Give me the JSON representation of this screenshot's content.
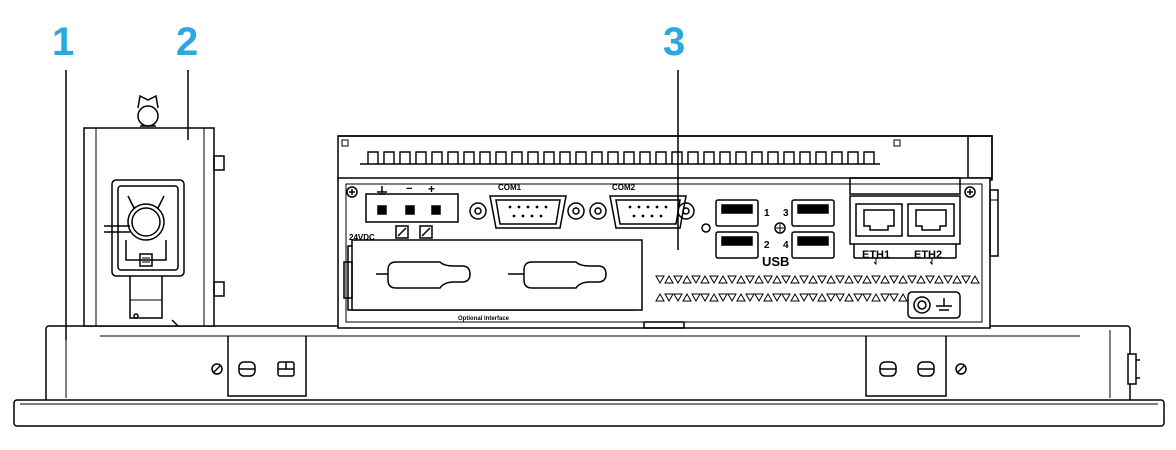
{
  "callouts": {
    "c1": "1",
    "c2": "2",
    "c3": "3",
    "color": "#2aa8df"
  },
  "labels": {
    "com1": "COM1",
    "com2": "COM2",
    "power_minus": "−",
    "power_plus": "+",
    "power_voltage": "24VDC",
    "usb": "USB",
    "usb_port_1": "1",
    "usb_port_2": "2",
    "usb_port_3": "3",
    "usb_port_4": "4",
    "eth1": "ETH1",
    "eth2": "ETH2",
    "optional_interface": "Optional Interface"
  }
}
